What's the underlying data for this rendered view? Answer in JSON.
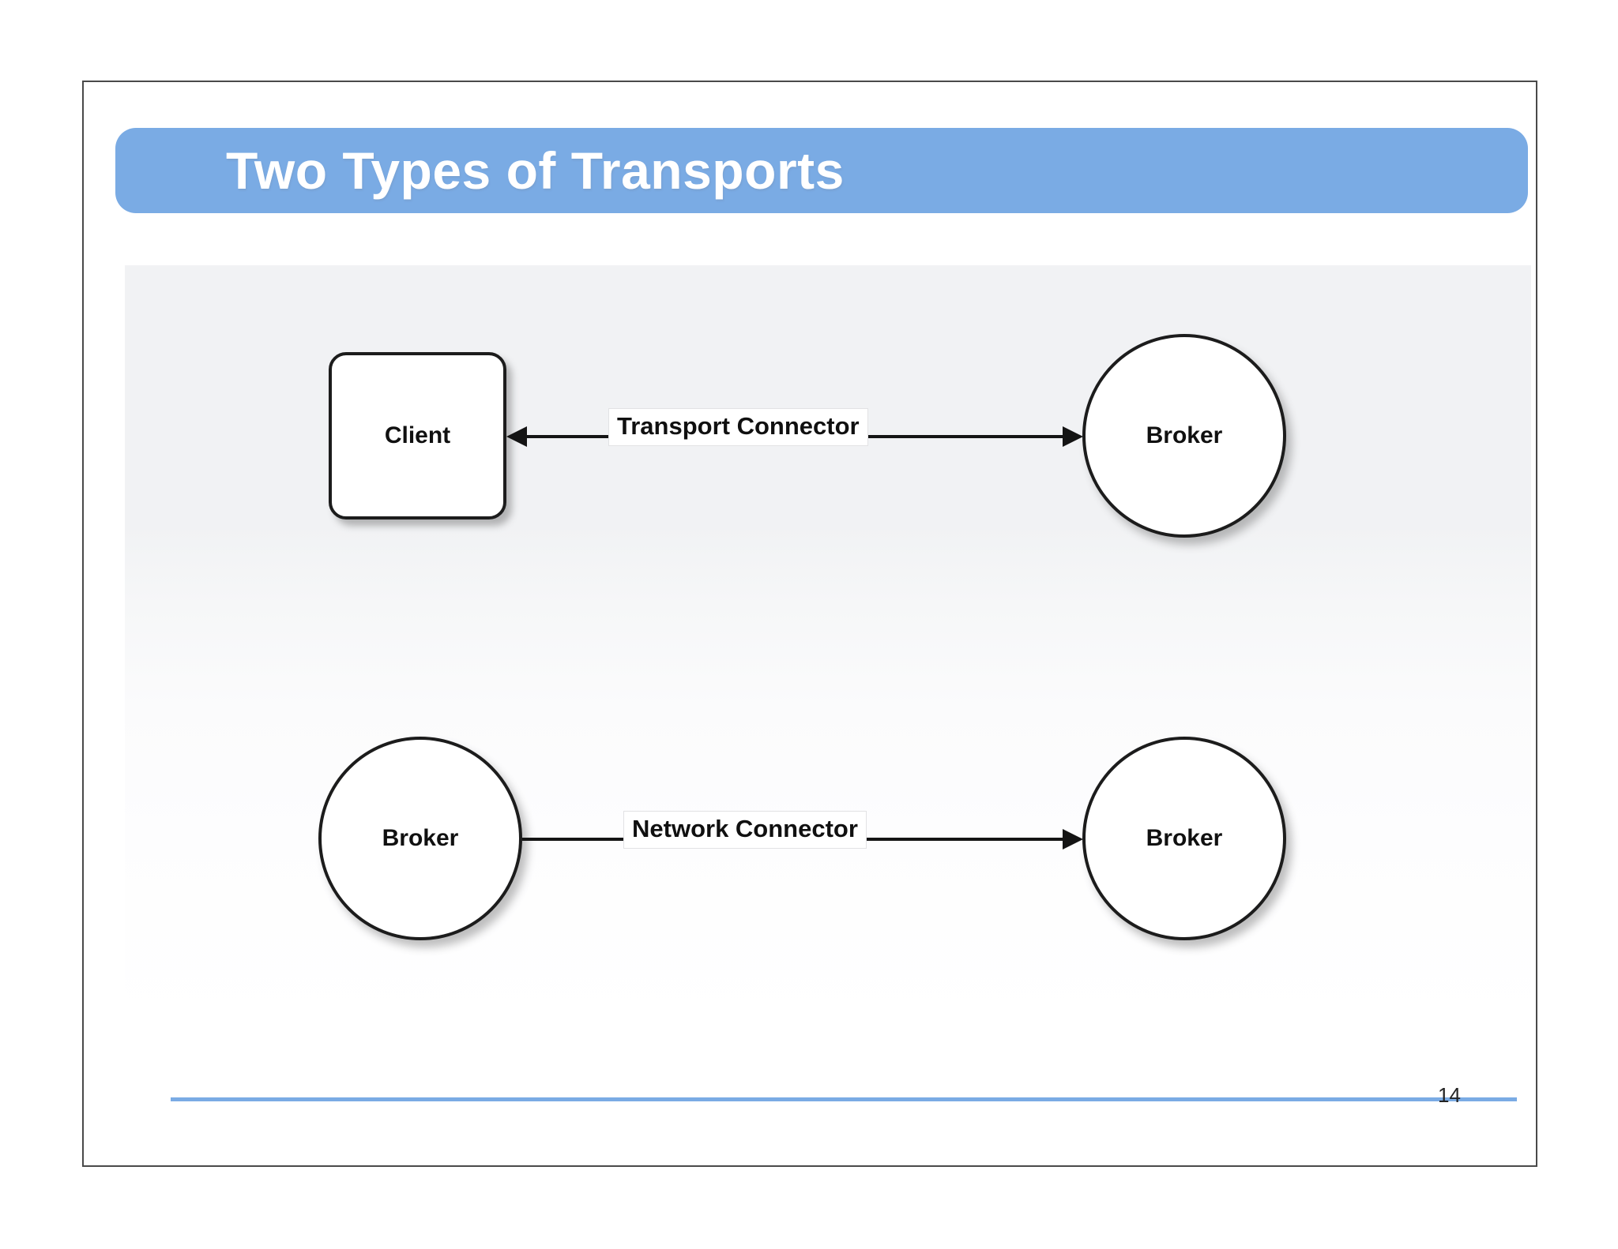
{
  "slide": {
    "title": "Two Types of Transports",
    "page_number": "14",
    "accent_color": "#7aabe4",
    "title_text_color": "#ffffff",
    "border_color": "#4a4a4a",
    "canvas_background": "#f1f2f4"
  },
  "diagram": {
    "rows": [
      {
        "id": "transport",
        "left_node": {
          "label": "Client",
          "shape": "rounded-square"
        },
        "connector": {
          "label": "Transport Connector",
          "arrow_left": true,
          "arrow_right": true
        },
        "right_node": {
          "label": "Broker",
          "shape": "circle"
        }
      },
      {
        "id": "network",
        "left_node": {
          "label": "Broker",
          "shape": "circle"
        },
        "connector": {
          "label": "Network Connector",
          "arrow_left": false,
          "arrow_right": true
        },
        "right_node": {
          "label": "Broker",
          "shape": "circle"
        }
      }
    ]
  }
}
